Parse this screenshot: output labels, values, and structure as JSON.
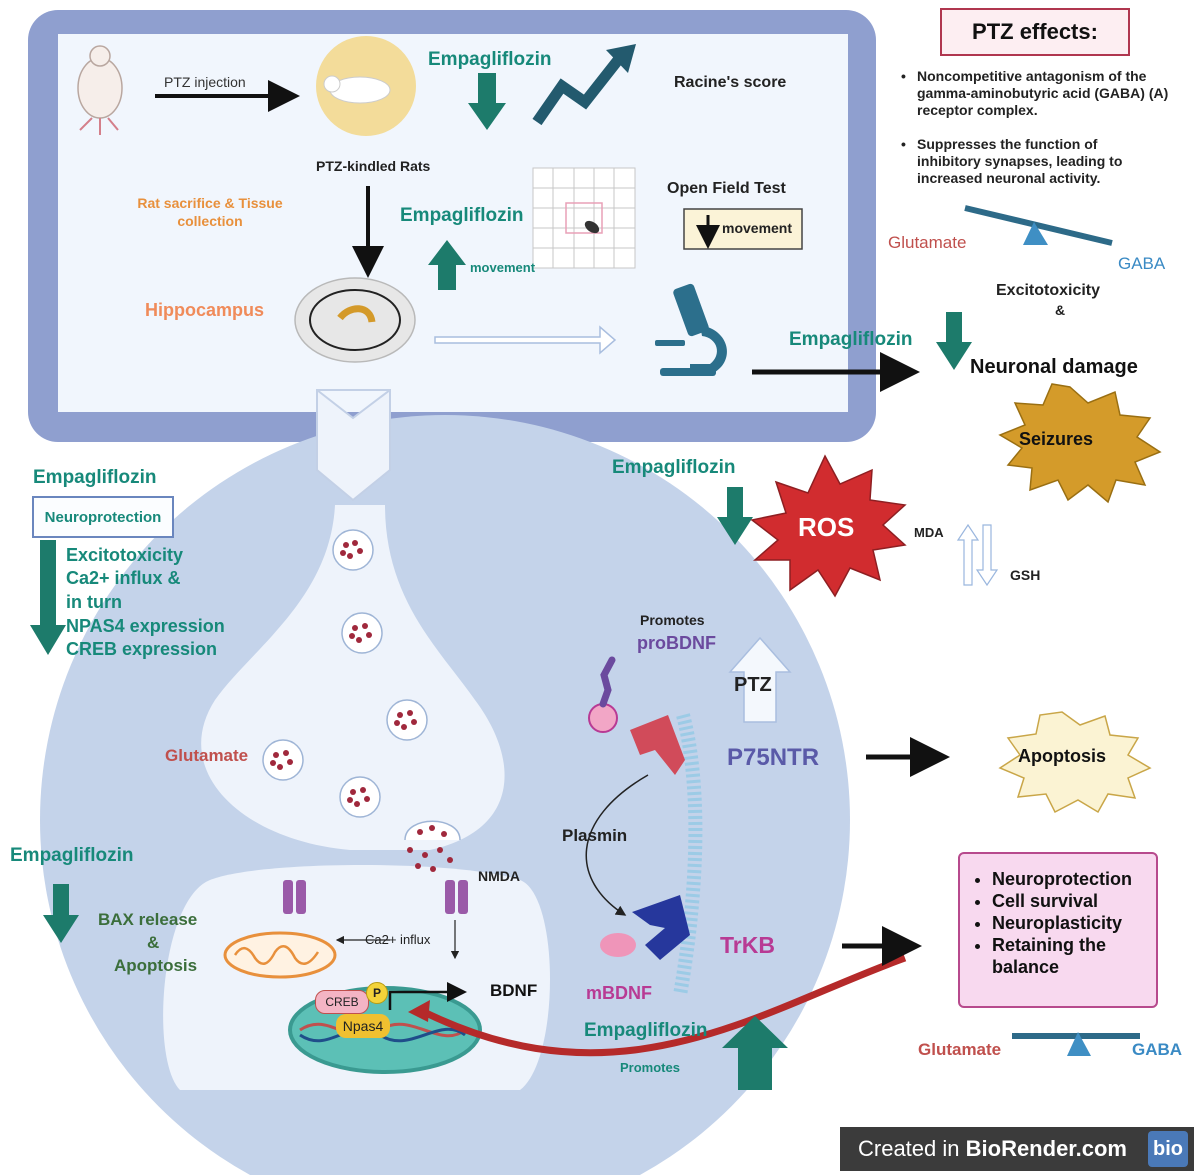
{
  "top_panel": {
    "ptz_injection": "PTZ injection",
    "ptz_kindled_rats": "PTZ-kindled Rats",
    "empagliflozin_racine": "Empagliflozin",
    "racines_score": "Racine's score",
    "rat_sacrifice": "Rat sacrifice & Tissue collection",
    "empagliflozin_movement": "Empagliflozin",
    "movement_up": "movement",
    "open_field_test": "Open Field Test",
    "movement_down": "movement",
    "hippocampus": "Hippocampus"
  },
  "ptz_effects": {
    "title": "PTZ effects:",
    "bullets": [
      "Noncompetitive antagonism of the gamma-aminobutyric acid (GABA) (A) receptor complex.",
      "Suppresses the function of inhibitory synapses, leading to increased neuronal activity."
    ],
    "glutamate": "Glutamate",
    "gaba": "GABA",
    "excitotoxicity": "Excitotoxicity",
    "ampersand": "&",
    "empagliflozin": "Empagliflozin",
    "neuronal_damage": "Neuronal damage",
    "seizures": "Seizures"
  },
  "oxidative": {
    "empagliflozin": "Empagliflozin",
    "ros": "ROS",
    "mda": "MDA",
    "gsh": "GSH"
  },
  "left_column": {
    "empagliflozin_top": "Empagliflozin",
    "neuroprotection": "Neuroprotection",
    "effects": [
      "Excitotoxicity",
      "Ca2+ influx &",
      "in turn",
      "NPAS4 expression",
      "CREB expression"
    ],
    "empagliflozin_bottom": "Empagliflozin",
    "bax": [
      "BAX release",
      "&",
      "Apoptosis"
    ]
  },
  "synapse": {
    "glutamate": "Glutamate",
    "nmda": "NMDA",
    "ca_influx": "Ca2+ influx",
    "creb": "CREB",
    "p": "P",
    "npas4": "Npas4",
    "bdnf": "BDNF",
    "promotes_top": "Promotes",
    "probdnf": "proBDNF",
    "ptz": "PTZ",
    "p75ntr": "P75NTR",
    "plasmin": "Plasmin",
    "trkb": "TrKB",
    "mbdnf": "mBDNF",
    "empagliflozin": "Empagliflozin",
    "promotes_bottom": "Promotes"
  },
  "apoptosis": "Apoptosis",
  "outcomes": {
    "items": [
      "Neuroprotection",
      "Cell survival",
      "Neuroplasticity",
      "Retaining the balance"
    ],
    "glutamate": "Glutamate",
    "gaba": "GABA"
  },
  "badge": {
    "text_prefix": "Created in ",
    "text_brand": "BioRender.com",
    "logo": "bio"
  },
  "colors": {
    "teal": "#17897a",
    "panel": "#8f9fcf",
    "neuron": "#c4d3ea",
    "glutamate_red": "#c0504d",
    "gaba_blue": "#3a8ac4",
    "purple": "#6b4a9e",
    "magenta": "#b83a94",
    "orange": "#e8903c"
  }
}
